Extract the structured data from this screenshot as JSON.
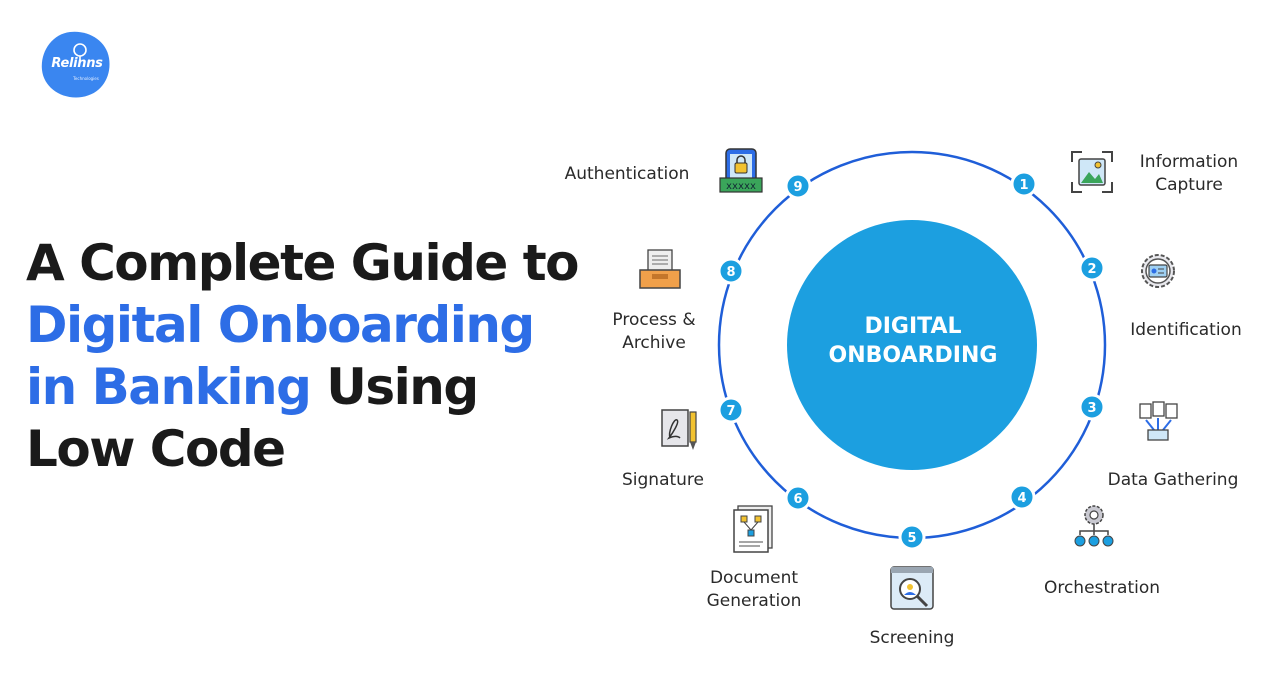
{
  "logo": {
    "name": "Relinns",
    "sub": "Technologies",
    "color": "#3a86f0"
  },
  "headline": {
    "line1": "A Complete Guide to",
    "line2": "Digital Onboarding",
    "line3_accent": "in Banking",
    "line3_rest": " Using",
    "line4": "Low Code"
  },
  "diagram": {
    "center_line1": "DIGITAL",
    "center_line2": "ONBOARDING",
    "steps": [
      {
        "number": "1",
        "label_line1": "Information",
        "label_line2": "Capture",
        "icon": "photo-capture-icon"
      },
      {
        "number": "2",
        "label_line1": "Identification",
        "label_line2": "",
        "icon": "id-card-gear-icon"
      },
      {
        "number": "3",
        "label_line1": "Data Gathering",
        "label_line2": "",
        "icon": "documents-merge-icon"
      },
      {
        "number": "4",
        "label_line1": "Orchestration",
        "label_line2": "",
        "icon": "gear-network-icon"
      },
      {
        "number": "5",
        "label_line1": "Screening",
        "label_line2": "",
        "icon": "magnify-profile-icon"
      },
      {
        "number": "6",
        "label_line1": "Document",
        "label_line2": "Generation",
        "icon": "document-flowchart-icon"
      },
      {
        "number": "7",
        "label_line1": "Signature",
        "label_line2": "",
        "icon": "signature-pen-icon"
      },
      {
        "number": "8",
        "label_line1": "Process &",
        "label_line2": "Archive",
        "icon": "archive-tray-icon"
      },
      {
        "number": "9",
        "label_line1": "Authentication",
        "label_line2": "",
        "icon": "phone-lock-password-icon"
      }
    ]
  },
  "colors": {
    "accent": "#2d6de6",
    "ring": "#1f5ed8",
    "center": "#1c9fe0",
    "badge": "#1c9fe0",
    "text": "#1a1a1a"
  }
}
